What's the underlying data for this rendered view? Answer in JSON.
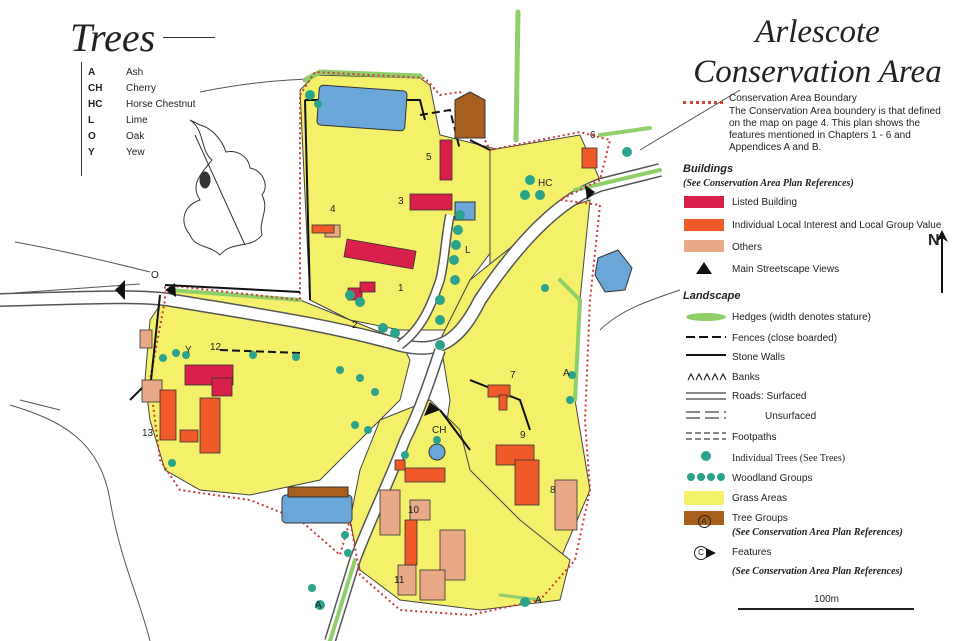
{
  "title": "Arlescote Conservation Area",
  "trees_key": {
    "heading": "Trees",
    "items": [
      {
        "code": "A",
        "name": "Ash"
      },
      {
        "code": "CH",
        "name": "Cherry"
      },
      {
        "code": "HC",
        "name": "Horse Chestnut"
      },
      {
        "code": "L",
        "name": "Lime"
      },
      {
        "code": "O",
        "name": "Oak"
      },
      {
        "code": "Y",
        "name": "Yew"
      }
    ]
  },
  "legend": {
    "boundary_label": "Conservation Area Boundary",
    "boundary_note": "The Conservation Area boundery is that defined on the map on page 4. This plan shows the features mentioned in Chapters 1 - 6 and Appendices A and B.",
    "buildings_heading": "Buildings",
    "buildings_ref": "(See Conservation Area Plan References)",
    "listed": "Listed Building",
    "local_interest": "Individual Local Interest and Local Group Value",
    "others": "Others",
    "streetscape": "Main Streetscape Views",
    "landscape_heading": "Landscape",
    "hedges": "Hedges (width denotes stature)",
    "fences": "Fences (close boarded)",
    "stone_walls": "Stone Walls",
    "banks": "Banks",
    "roads_surfaced": "Roads:  Surfaced",
    "roads_unsurfaced": "Unsurfaced",
    "footpaths": "Footpaths",
    "individual_trees": "Individual Trees (See Trees)",
    "woodland": "Woodland Groups",
    "grass": "Grass Areas",
    "tree_groups": "Tree Groups",
    "tree_groups_ref": "(See Conservation Area Plan References)",
    "features": "Features",
    "features_ref": "(See Conservation Area Plan References)",
    "tree_group_mark": "A",
    "feature_mark": "C"
  },
  "north_label": "N",
  "scale_label": "100m",
  "map_labels": {
    "hc": "HC",
    "ch": "CH",
    "a1": "A",
    "a2": "A",
    "a3": "A",
    "y": "Y",
    "o": "O",
    "l": "L",
    "n1": "1",
    "n2": "2",
    "n3": "3",
    "n4": "4",
    "n5": "5",
    "n6": "6",
    "n7": "7",
    "n8": "8",
    "n9": "9",
    "n10": "10",
    "n11": "11",
    "n12": "12",
    "n13": "13"
  },
  "colors": {
    "grass": "#f4f06a",
    "listed": "#d8204a",
    "local": "#f05a28",
    "others": "#e9a987",
    "hedge": "#8fcf6a",
    "tree": "#2aa38a",
    "water": "#6aa7d8",
    "boundary": "#cc3a3a",
    "tree_group": "#a85e1c"
  }
}
